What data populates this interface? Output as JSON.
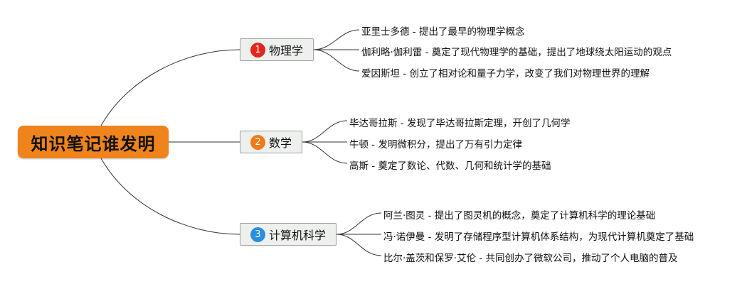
{
  "root": {
    "label": "知识笔记谁发明"
  },
  "topics": [
    {
      "number": "1",
      "label": "物理学",
      "color": "#e0261f",
      "items": [
        "亚里士多德 - 提出了最早的物理学概念",
        "伽利略·伽利雷 - 奠定了现代物理学的基础，提出了地球绕太阳运动的观点",
        "爱因斯坦 - 创立了相对论和量子力学，改变了我们对物理世界的理解"
      ]
    },
    {
      "number": "2",
      "label": "数学",
      "color": "#f07a1a",
      "items": [
        "毕达哥拉斯 - 发现了毕达哥拉斯定理，开创了几何学",
        "牛顿 - 发明微积分，提出了万有引力定律",
        "高斯 - 奠定了数论、代数、几何和统计学的基础"
      ]
    },
    {
      "number": "3",
      "label": "计算机科学",
      "color": "#2a8fe0",
      "items": [
        "阿兰·图灵 - 提出了图灵机的概念，奠定了计算机科学的理论基础",
        "冯·诺伊曼 - 发明了存储程序型计算机体系结构，为现代计算机奠定了基础",
        "比尔·盖茨和保罗·艾伦 - 共同创办了微软公司，推动了个人电脑的普及"
      ]
    }
  ]
}
